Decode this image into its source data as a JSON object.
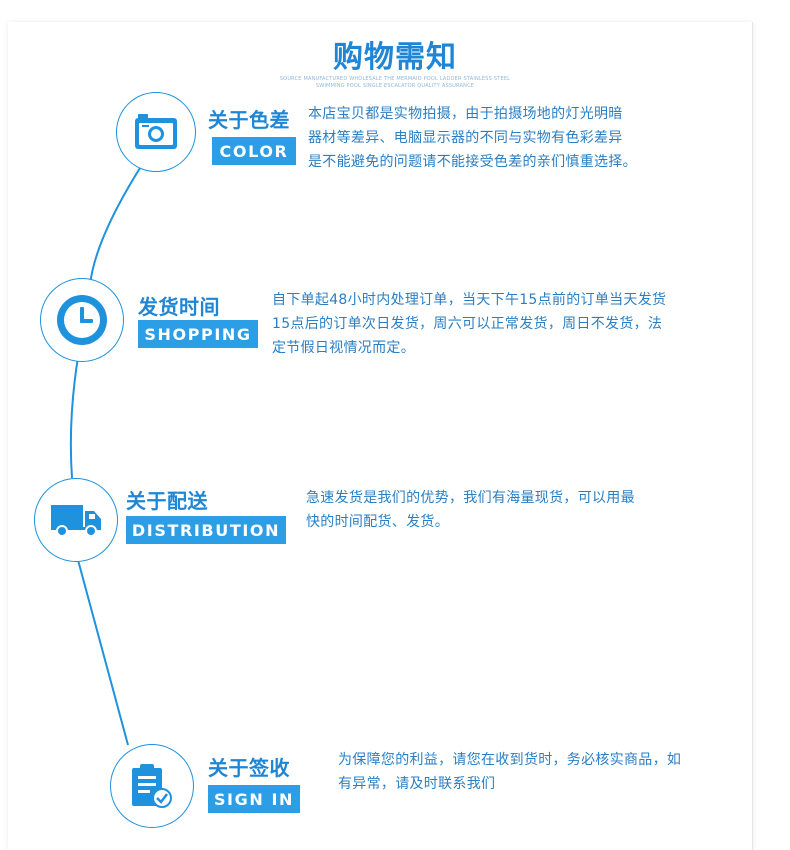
{
  "header": {
    "title": "购物需知",
    "subtitle_line1": "SOURCE MANUFACTURED WHOLESALE THE MERMAID POOL LADDER STAINLESS STEEL",
    "subtitle_line2": "SWIMMING POOL SINGLE ESCALATOR QUALITY ASSURANCE"
  },
  "colors": {
    "accent": "#1f86d6",
    "badge": "#2c9ee6",
    "text": "#2a7fc4"
  },
  "sections": [
    {
      "icon": "camera-icon",
      "title": "关于色差",
      "badge": "COLOR",
      "lines": [
        "本店宝贝都是实物拍摄，由于拍摄场地的灯光明暗",
        "器材等差异、电脑显示器的不同与实物有色彩差异",
        "是不能避免的问题请不能接受色差的亲们慎重选择。"
      ]
    },
    {
      "icon": "clock-icon",
      "title": "发货时间",
      "badge": "SHOPPING",
      "lines": [
        "自下单起48小时内处理订单，当天下午15点前的订单当天发货",
        "15点后的订单次日发货，周六可以正常发货，周日不发货，法",
        "定节假日视情况而定。"
      ]
    },
    {
      "icon": "truck-icon",
      "title": "关于配送",
      "badge": "DISTRIBUTION",
      "lines": [
        "急速发货是我们的优势，我们有海量现货，可以用最",
        "快的时间配货、发货。"
      ]
    },
    {
      "icon": "clipboard-check-icon",
      "title": "关于签收",
      "badge": "SIGN IN",
      "lines": [
        "为保障您的利益，请您在收到货时，务必核实商品，如",
        "有异常，请及时联系我们"
      ]
    }
  ]
}
